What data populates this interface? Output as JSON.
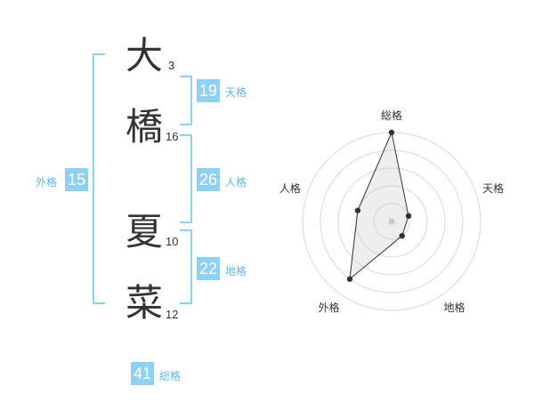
{
  "name": {
    "chars": [
      {
        "char": "大",
        "strokes": "3"
      },
      {
        "char": "橋",
        "strokes": "16"
      },
      {
        "char": "夏",
        "strokes": "10"
      },
      {
        "char": "菜",
        "strokes": "12"
      }
    ]
  },
  "fortune": {
    "tenkaku": {
      "value": "19",
      "label": "天格"
    },
    "jinkaku": {
      "value": "26",
      "label": "人格"
    },
    "chikaku": {
      "value": "22",
      "label": "地格"
    },
    "gaikaku": {
      "value": "15",
      "label": "外格"
    },
    "soukaku": {
      "value": "41",
      "label": "総格"
    }
  },
  "chart_data": {
    "type": "radar",
    "axes": [
      "総格",
      "天格",
      "地格",
      "外格",
      "人格"
    ],
    "values": [
      5,
      1,
      1,
      4,
      2
    ],
    "max": 5,
    "rings": 5
  },
  "colors": {
    "accent": "#8fd0f5",
    "accent_text": "#5fb7ea"
  }
}
